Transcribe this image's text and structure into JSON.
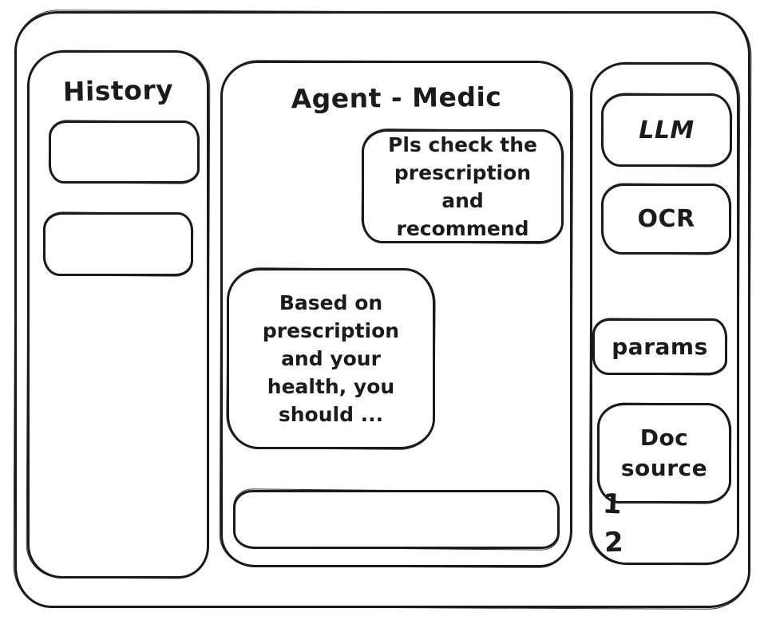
{
  "history_panel": {
    "title": "History",
    "items": [
      {
        "label": ""
      },
      {
        "label": ""
      }
    ]
  },
  "chat_panel": {
    "title": "Agent - Medic",
    "messages": [
      {
        "role": "user",
        "text": "Pls check the prescription and recommend"
      },
      {
        "role": "agent",
        "text": "Based on prescription and your health, you should ..."
      }
    ],
    "input": {
      "value": "",
      "placeholder": ""
    }
  },
  "tools_panel": {
    "buttons": [
      {
        "id": "llm",
        "label": "LLM"
      },
      {
        "id": "ocr",
        "label": "OCR"
      },
      {
        "id": "params",
        "label": "params"
      },
      {
        "id": "doc-source",
        "label": "Doc source"
      }
    ],
    "footnotes": [
      "1",
      "2"
    ]
  },
  "colors": {
    "stroke": "#1b1b1b",
    "background": "#ffffff"
  }
}
